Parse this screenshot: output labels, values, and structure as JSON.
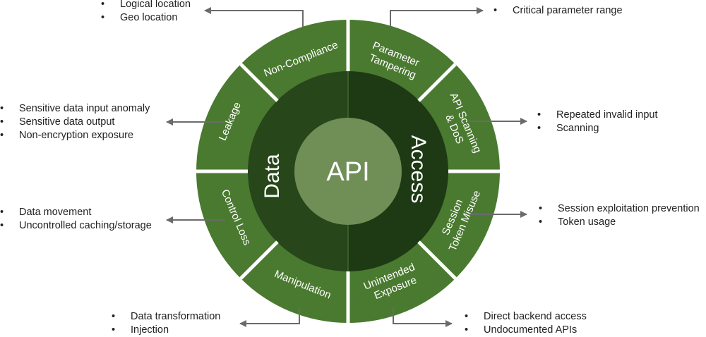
{
  "center": {
    "label": "API"
  },
  "inner": {
    "left_label": "Data",
    "right_label": "Access"
  },
  "segments": {
    "non_compliance": "Non-Compliance",
    "parameter_tampering": [
      "Parameter",
      "Tampering"
    ],
    "api_scanning": [
      "API Scanning",
      "& DoS"
    ],
    "session_token": [
      "Session",
      "Token Misuse"
    ],
    "unintended_exposure": [
      "Unintended",
      "Exposure"
    ],
    "manipulation": "Manipulation",
    "control_loss": "Control Loss",
    "leakage": "Leakage"
  },
  "callouts": {
    "non_compliance": [
      "Logical location",
      "Geo location"
    ],
    "parameter_tampering": [
      "Critical parameter range"
    ],
    "leakage": [
      "Sensitive data input anomaly",
      "Sensitive data output",
      "Non-encryption exposure"
    ],
    "api_scanning": [
      "Repeated invalid input",
      "Scanning"
    ],
    "control_loss": [
      "Data movement",
      "Uncontrolled caching/storage"
    ],
    "session_token": [
      "Session exploitation prevention",
      "Token usage"
    ],
    "manipulation": [
      "Data transformation",
      "Injection"
    ],
    "unintended_exposure": [
      "Direct backend access",
      "Undocumented APIs"
    ]
  },
  "colors": {
    "outer_ring": "#4a7a30",
    "inner_left": "#27461a",
    "inner_right": "#1e3a14",
    "center": "#6f8f57",
    "separator": "#ffffff",
    "arrow": "#6b6b6b",
    "text": "#222222"
  }
}
